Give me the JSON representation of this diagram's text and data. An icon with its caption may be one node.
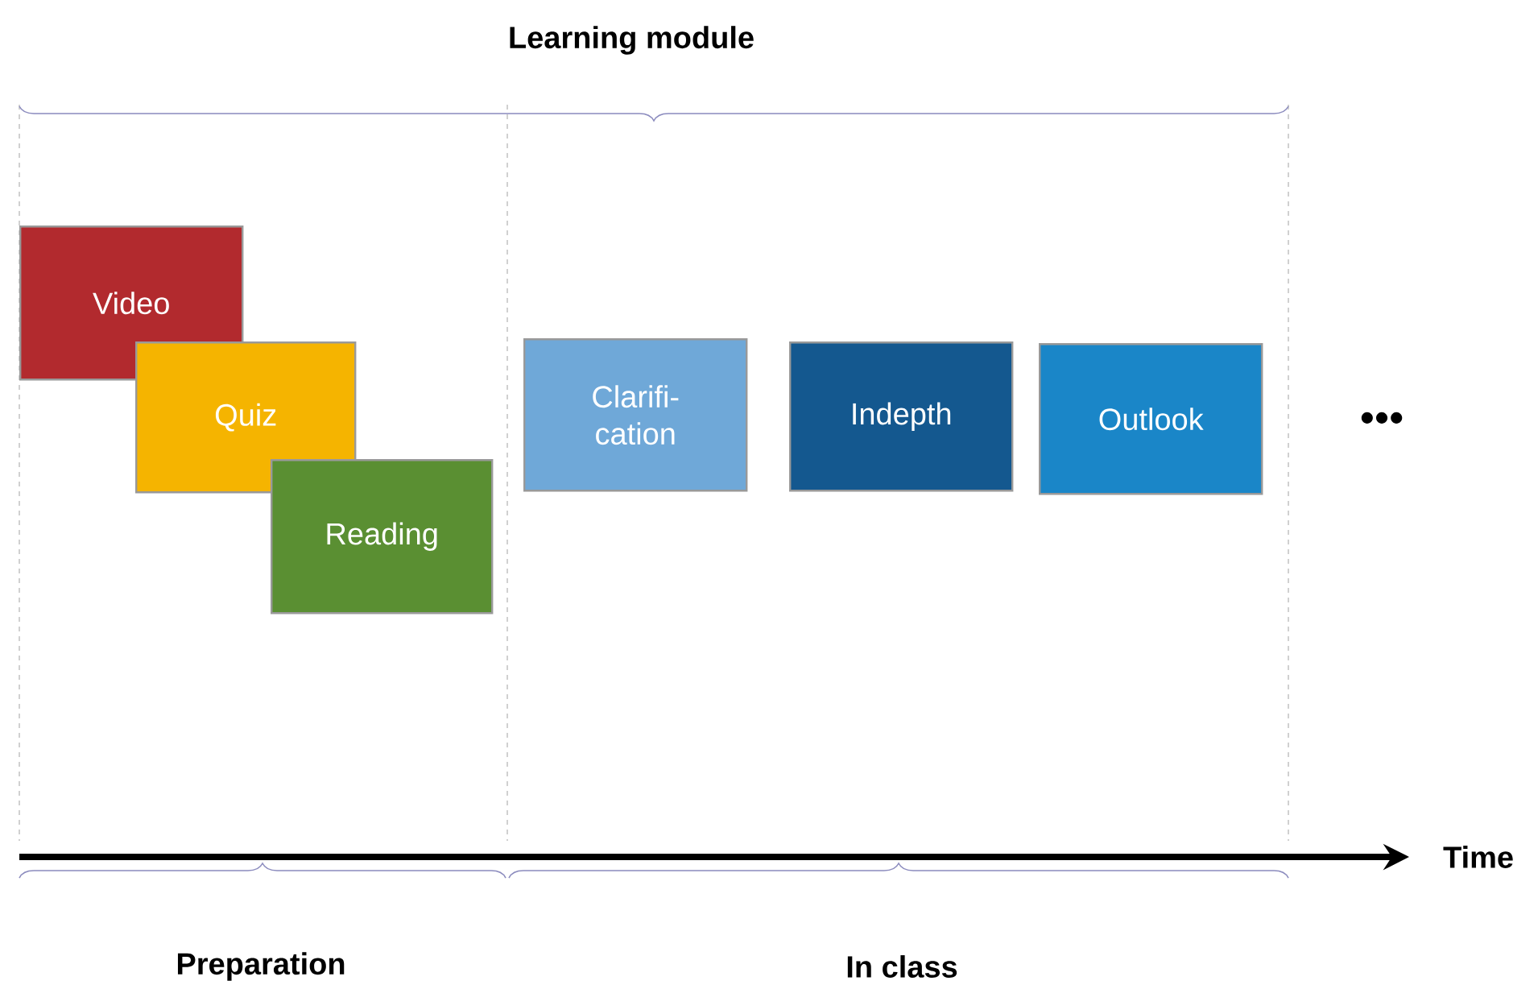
{
  "diagram": {
    "nodes": [
      {
        "text": [
          "Video"
        ]
      },
      {
        "text": [
          "Quiz"
        ]
      },
      {
        "text": [
          "Reading"
        ]
      },
      {
        "text": [
          "Clarifi- cation"
        ]
      },
      {
        "text": [
          "Indepth"
        ]
      },
      {
        "text": [
          "Outlook"
        ]
      }
    ],
    "labels": [
      "Learning module",
      "•••",
      "Time",
      "Preparation",
      "In class"
    ]
  }
}
